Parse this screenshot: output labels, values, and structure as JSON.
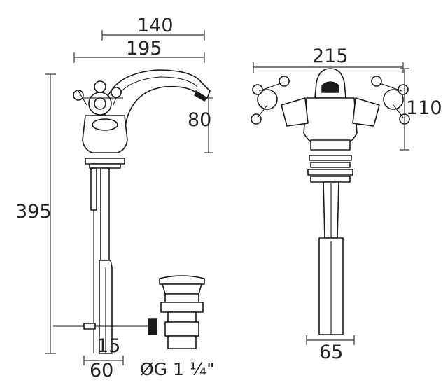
{
  "drawing": {
    "side_view": {
      "dim_spout_reach": "140",
      "dim_overall_depth": "195",
      "dim_spout_height": "80",
      "dim_overall_height": "395",
      "dim_pull_rod": "15",
      "dim_waste_offset": "60",
      "dim_waste_thread": "ØG 1 ¼\""
    },
    "front_view": {
      "dim_overall_width": "215",
      "dim_body_height": "110",
      "dim_shank_width": "65"
    }
  }
}
